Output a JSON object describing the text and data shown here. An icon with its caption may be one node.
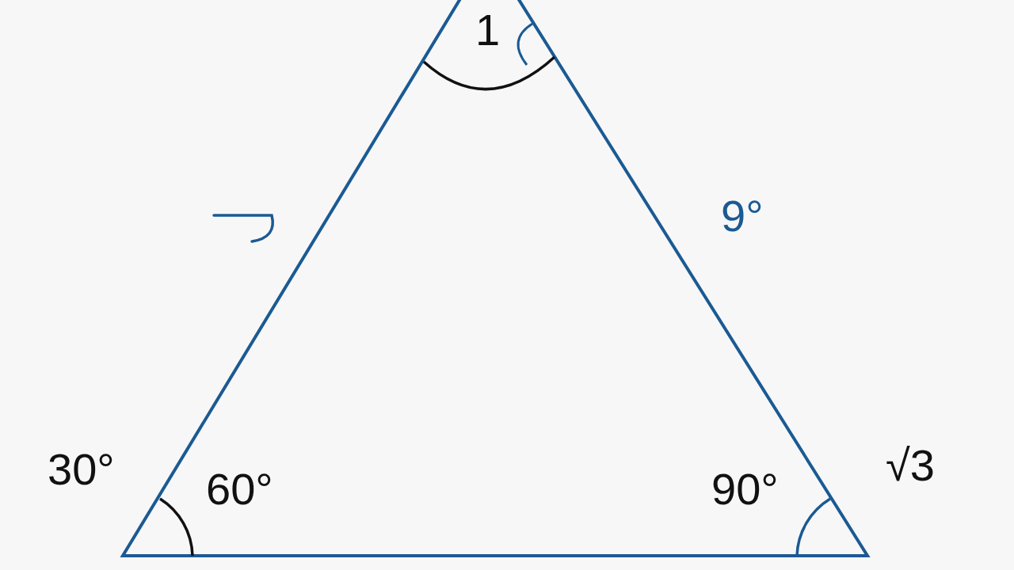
{
  "diagram": {
    "labels": [
      "1",
      "9°",
      "30°",
      "60°",
      "90°",
      "√3"
    ]
  }
}
